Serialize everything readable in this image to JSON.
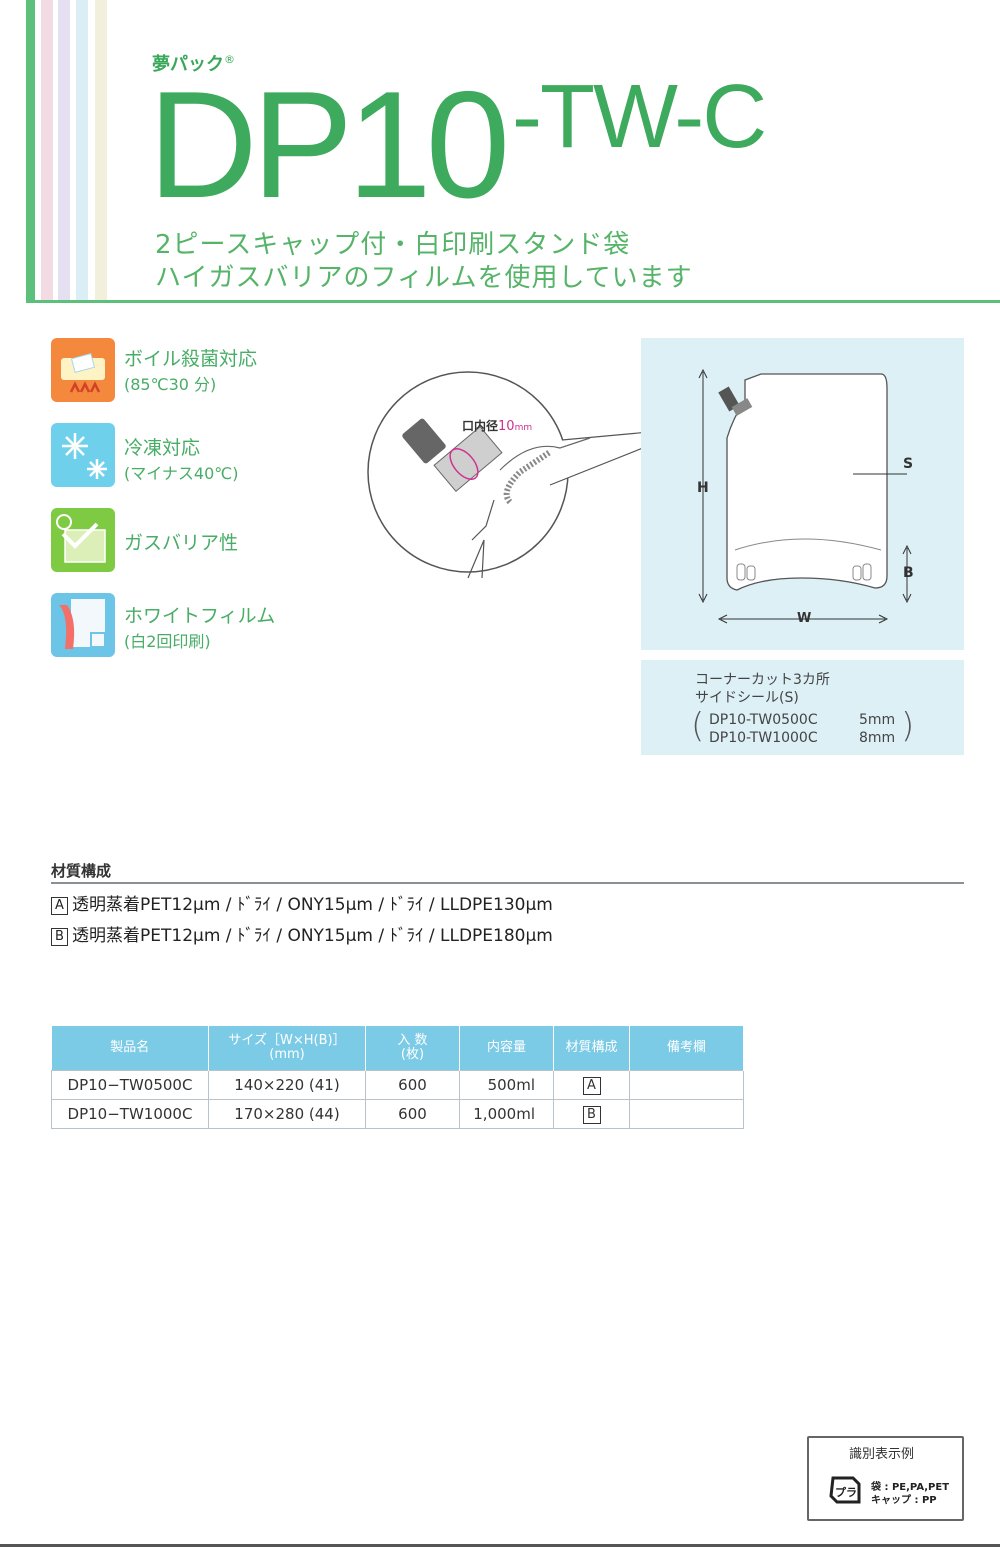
{
  "header": {
    "brand": "夢パック",
    "brand_mark": "®",
    "model_main": "DP10",
    "model_suffix": "-TW-C",
    "tagline_1": "2ピースキャップ付・白印刷スタンド袋",
    "tagline_2": "ハイガスバリアのフィルムを使用しています",
    "accent_color": "#3eaa5e"
  },
  "features": [
    {
      "icon": "boil-sterilization-icon",
      "label": "ボイル殺菌対応",
      "sub": "(85℃30 分)"
    },
    {
      "icon": "snowflake-icon",
      "label": "冷凍対応",
      "sub": "(マイナス40℃)"
    },
    {
      "icon": "gas-barrier-icon",
      "label": "ガスバリア性",
      "sub": ""
    },
    {
      "icon": "white-film-icon",
      "label": "ホワイトフィルム",
      "sub": "(白2回印刷)"
    }
  ],
  "diagram": {
    "cap_label": "口内径",
    "cap_value": "10",
    "cap_unit": "mm",
    "dim_h": "H",
    "dim_w": "W",
    "dim_s": "S",
    "dim_b": "B"
  },
  "notes": {
    "line1": "コーナーカット3カ所",
    "line2": "サイドシール(S)",
    "rows": [
      {
        "model": "DP10-TW0500C",
        "value": "5mm"
      },
      {
        "model": "DP10-TW1000C",
        "value": "8mm"
      }
    ]
  },
  "materials": {
    "title": "材質構成",
    "lines": [
      {
        "letter": "A",
        "text": "透明蒸着PET12μm / ﾄﾞﾗｲ / ONY15μm / ﾄﾞﾗｲ / LLDPE130μm"
      },
      {
        "letter": "B",
        "text": "透明蒸着PET12μm / ﾄﾞﾗｲ / ONY15μm / ﾄﾞﾗｲ / LLDPE180μm"
      }
    ]
  },
  "table": {
    "headers": [
      "製品名",
      "サイズ［W×H(B)］",
      "(mm)",
      "入 数",
      "(枚)",
      "内容量",
      "材質構成",
      "備考欄"
    ],
    "rows": [
      {
        "name": "DP10−TW0500C",
        "size": "140×220 (41)",
        "qty": "600",
        "volume": "500ml",
        "material": "A",
        "note": ""
      },
      {
        "name": "DP10−TW1000C",
        "size": "170×280 (44)",
        "qty": "600",
        "volume": "1,000ml",
        "material": "B",
        "note": ""
      }
    ]
  },
  "recycle": {
    "title": "識別表示例",
    "line1": "袋 : PE,PA,PET",
    "line2": "キャップ : PP",
    "mark": "プラ"
  }
}
